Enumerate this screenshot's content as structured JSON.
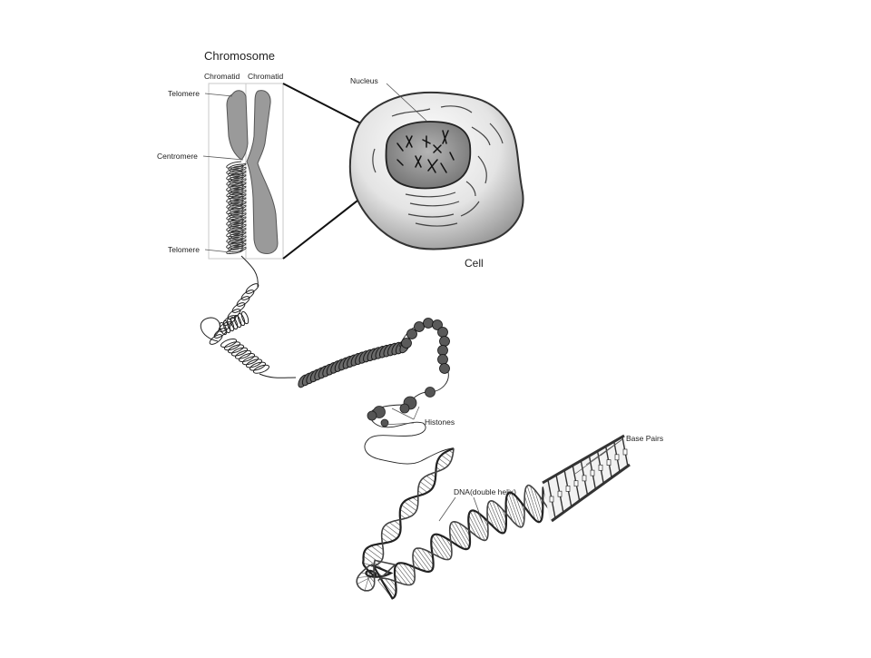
{
  "labels": {
    "chromosome": "Chromosome",
    "chromatid_left": "Chromatid",
    "chromatid_right": "Chromatid",
    "telomere_top": "Telomere",
    "centromere": "Centromere",
    "telomere_bottom": "Telomere",
    "nucleus": "Nucleus",
    "cell": "Cell",
    "histones": "Histones",
    "base_pairs": "Base Pairs",
    "dna": "DNA(double helix)"
  }
}
